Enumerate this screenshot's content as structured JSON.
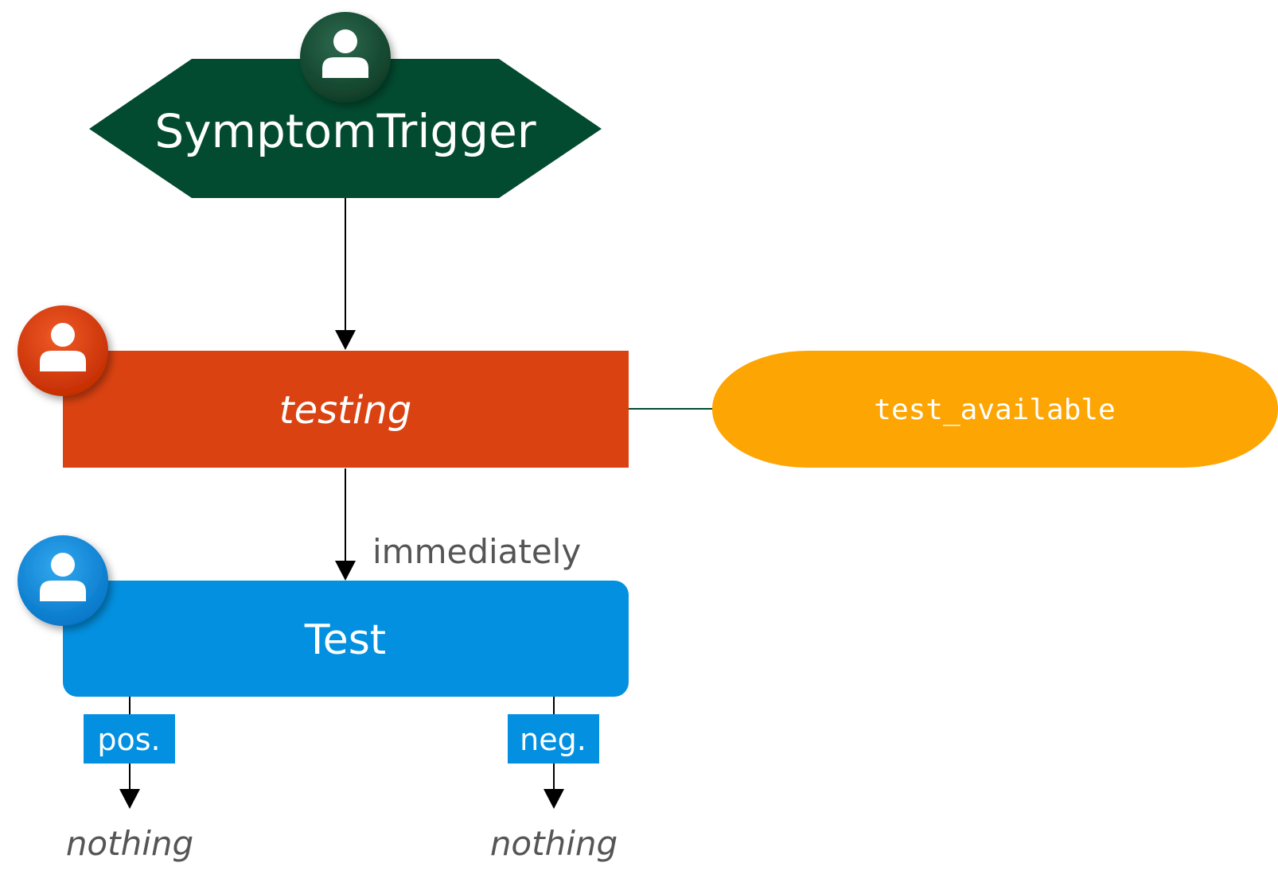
{
  "nodes": {
    "trigger": {
      "label": "SymptomTrigger",
      "color": "#024b30"
    },
    "state": {
      "label": "testing",
      "color": "#db4211"
    },
    "resource": {
      "label": "test_available",
      "color": "#fda502"
    },
    "event": {
      "label": "Test",
      "color": "#0390e0"
    }
  },
  "edges": {
    "delay_label": "immediately",
    "branch_pos": "pos.",
    "branch_neg": "neg.",
    "outcome_pos": "nothing",
    "outcome_neg": "nothing"
  },
  "icons": {
    "trigger_badge": "person-icon",
    "state_badge": "person-icon",
    "event_badge": "person-icon"
  },
  "colors": {
    "line": "#000000",
    "label_text": "#555555",
    "resource_line": "#024b30"
  }
}
